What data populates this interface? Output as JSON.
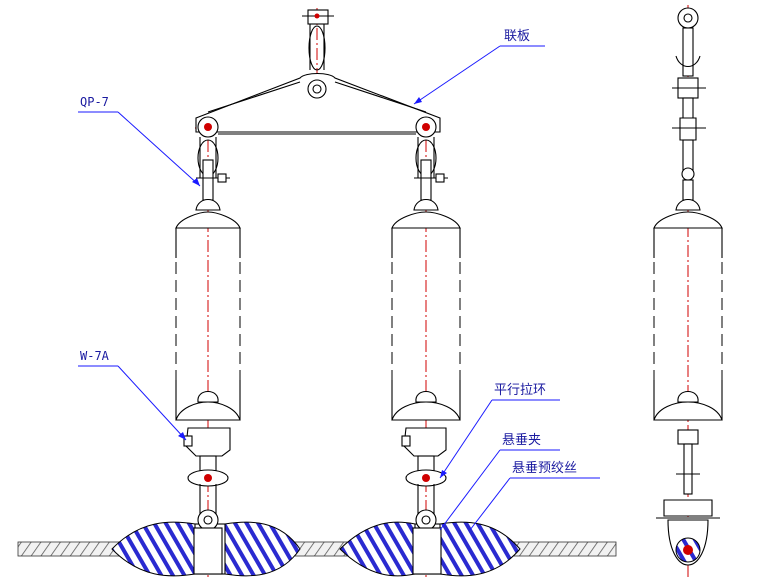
{
  "labels": {
    "link_plate": "联板",
    "qp7": "QP-7",
    "w7a": "W-7A",
    "parallel_pull_ring": "平行拉环",
    "suspension_clamp": "悬垂夹",
    "preformed_armor": "悬垂预绞丝"
  },
  "colors": {
    "leader": "#1a1aff",
    "centerline": "#d00000",
    "armor_blue": "#2a2ad0",
    "outline": "#000000"
  }
}
